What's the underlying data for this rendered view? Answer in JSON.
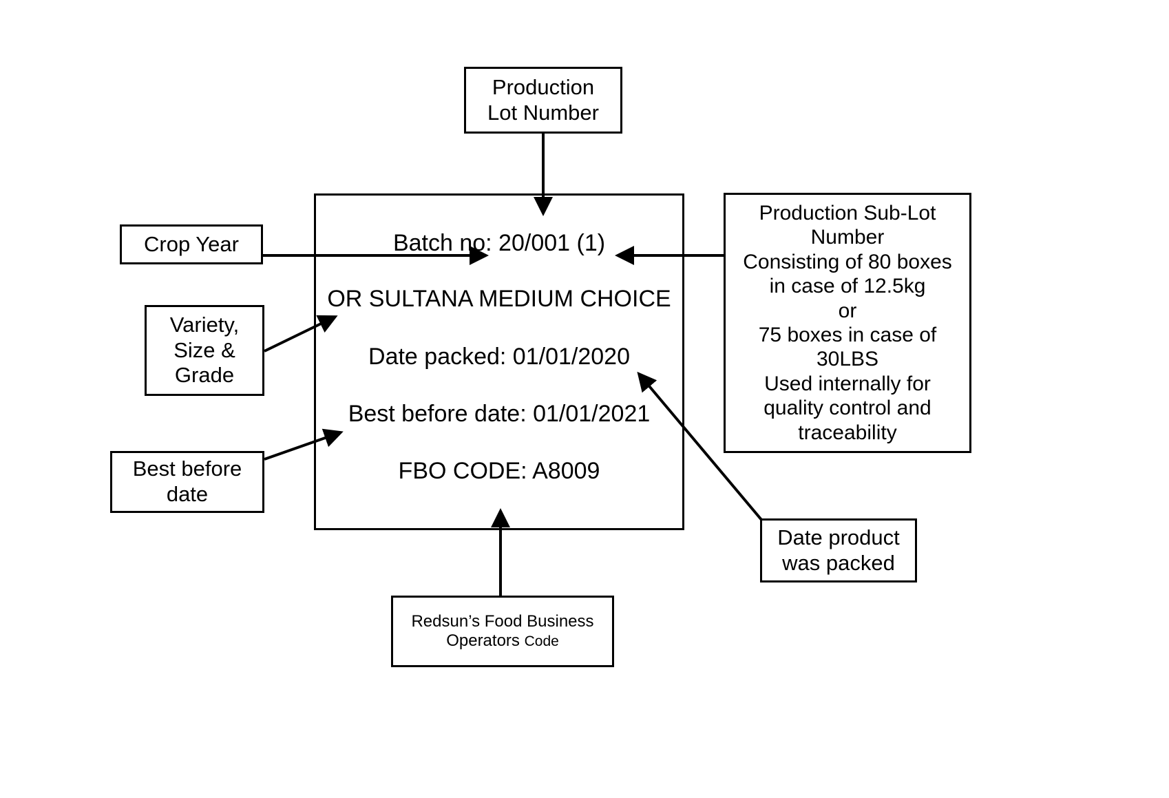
{
  "diagram": {
    "title": "Batch code label annotation diagram",
    "line_color": "#000000",
    "background_color": "#ffffff"
  },
  "label_panel": {
    "batch_no": "Batch no: 20/001 (1)",
    "product": "OR SULTANA MEDIUM CHOICE",
    "date_packed": "Date packed: 01/01/2020",
    "best_before": "Best before date: 01/01/2021",
    "fbo_code": "FBO CODE: A8009"
  },
  "callouts": {
    "production_lot": {
      "line1": "Production",
      "line2": "Lot Number"
    },
    "crop_year": {
      "line1": "Crop Year"
    },
    "variety": {
      "line1": "Variety,",
      "line2": "Size &",
      "line3": "Grade"
    },
    "best_before": {
      "line1": "Best before",
      "line2": "date"
    },
    "sub_lot": {
      "line1": "Production Sub-Lot",
      "line2": "Number",
      "line3": "Consisting of 80 boxes",
      "line4": "in case of 12.5kg",
      "line5": "or",
      "line6": "75 boxes in case of",
      "line7": "30LBS",
      "line8": "Used internally for",
      "line9": "quality control and",
      "line10": "traceability"
    },
    "date_packed_note": {
      "line1": "Date product",
      "line2": "was packed"
    },
    "fbo_note": {
      "line1": "Redsun’s Food Business",
      "line2_big": "Operators ",
      "line2_small": "Code"
    }
  }
}
